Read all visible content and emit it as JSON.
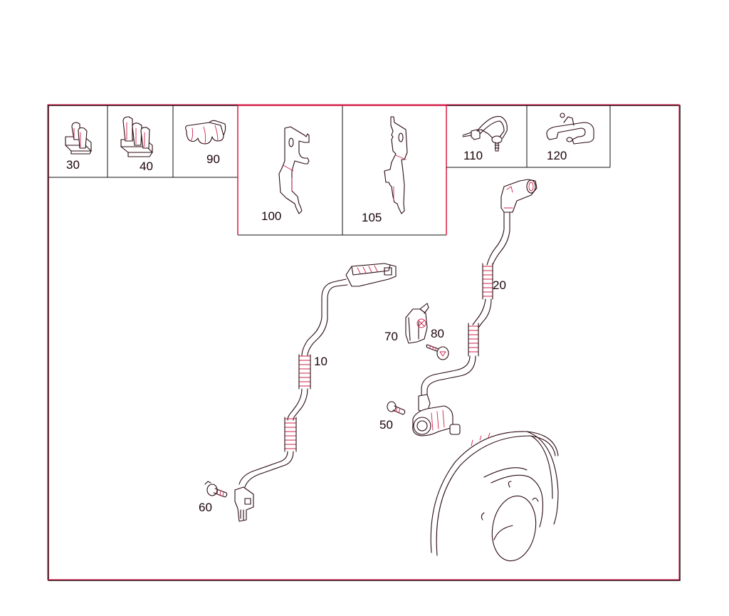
{
  "diagram": {
    "type": "exploded-parts-diagram",
    "subject": "ABS wheel speed sensors with brake disc",
    "colors": {
      "line": "#2a0a12",
      "highlight": "#e0264f",
      "background": "#ffffff"
    },
    "inset_cells": [
      {
        "id": "30",
        "label": "30",
        "part": "cable clip single"
      },
      {
        "id": "40",
        "label": "40",
        "part": "cable clip double"
      },
      {
        "id": "90",
        "label": "90",
        "part": "cable holder triple"
      },
      {
        "id": "100",
        "label": "100",
        "part": "bracket",
        "highlighted": true
      },
      {
        "id": "105",
        "label": "105",
        "part": "bracket",
        "highlighted": true
      },
      {
        "id": "110",
        "label": "110",
        "part": "cable tie with clip"
      },
      {
        "id": "120",
        "label": "120",
        "part": "cable clamp"
      }
    ],
    "callouts": [
      {
        "id": "10",
        "label": "10",
        "part": "speed sensor cable (left)"
      },
      {
        "id": "20",
        "label": "20",
        "part": "speed sensor cable (right)"
      },
      {
        "id": "50",
        "label": "50",
        "part": "bolt"
      },
      {
        "id": "60",
        "label": "60",
        "part": "bolt"
      },
      {
        "id": "70",
        "label": "70",
        "part": "holder"
      },
      {
        "id": "80",
        "label": "80",
        "part": "bolt"
      }
    ]
  }
}
